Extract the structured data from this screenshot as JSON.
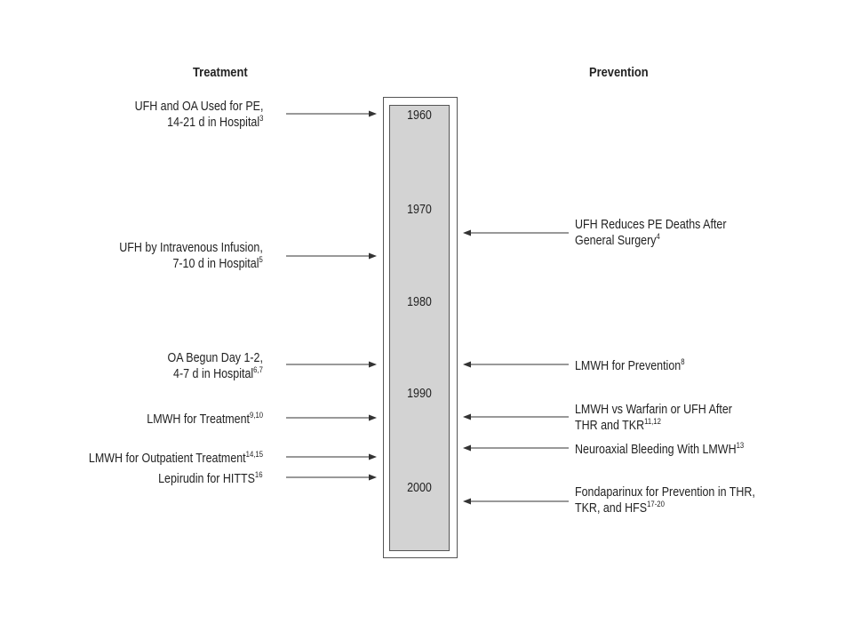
{
  "headings": {
    "treatment": "Treatment",
    "prevention": "Prevention"
  },
  "years": [
    "1960",
    "1970",
    "1980",
    "1990",
    "2000"
  ],
  "treatment_events": [
    {
      "line1": "UFH and OA Used for PE,",
      "line2": "14-21 d in Hospital",
      "sup": "3"
    },
    {
      "line1": "UFH by Intravenous Infusion,",
      "line2": "7-10 d in Hospital",
      "sup": "5"
    },
    {
      "line1": "OA Begun Day 1-2,",
      "line2": "4-7 d in Hospital",
      "sup": "6,7"
    },
    {
      "line1": "LMWH for Treatment",
      "sup1": "9,10"
    },
    {
      "line1": "LMWH for Outpatient Treatment",
      "sup1": "14,15"
    },
    {
      "line1": "Lepirudin for HITTS",
      "sup1": "16"
    }
  ],
  "prevention_events": [
    {
      "line1": "UFH Reduces PE Deaths After",
      "line2": "General Surgery",
      "sup": "4"
    },
    {
      "line1": "LMWH for Prevention",
      "sup1": "8"
    },
    {
      "line1": "LMWH vs Warfarin or UFH After",
      "line2": "THR and TKR",
      "sup": "11,12"
    },
    {
      "line1": "Neuroaxial Bleeding With LMWH",
      "sup1": "13"
    },
    {
      "line1": "Fondaparinux for Prevention in THR,",
      "line2": "TKR, and HFS",
      "sup": "17-20"
    }
  ]
}
